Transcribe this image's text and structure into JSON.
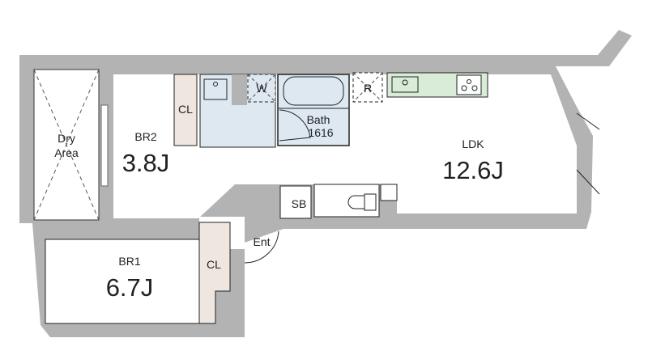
{
  "rooms": {
    "dry_area": {
      "line1": "Dry",
      "line2": "Area"
    },
    "br2": {
      "name": "BR2",
      "size": "3.8J"
    },
    "br2_closet": "CL",
    "washer": "W",
    "bath": {
      "name": "Bath",
      "size_code": "1616"
    },
    "fridge": "R",
    "ldk": {
      "name": "LDK",
      "size": "12.6J"
    },
    "shoe_box": "SB",
    "entrance": "Ent",
    "br1": {
      "name": "BR1",
      "size": "6.7J"
    },
    "br1_closet": "CL"
  },
  "colors": {
    "wall": "#b3b3b3",
    "wet_area": "#dde8f1",
    "closet": "#efe6df",
    "kitchen": "#d8ecd8",
    "line": "#222222"
  }
}
